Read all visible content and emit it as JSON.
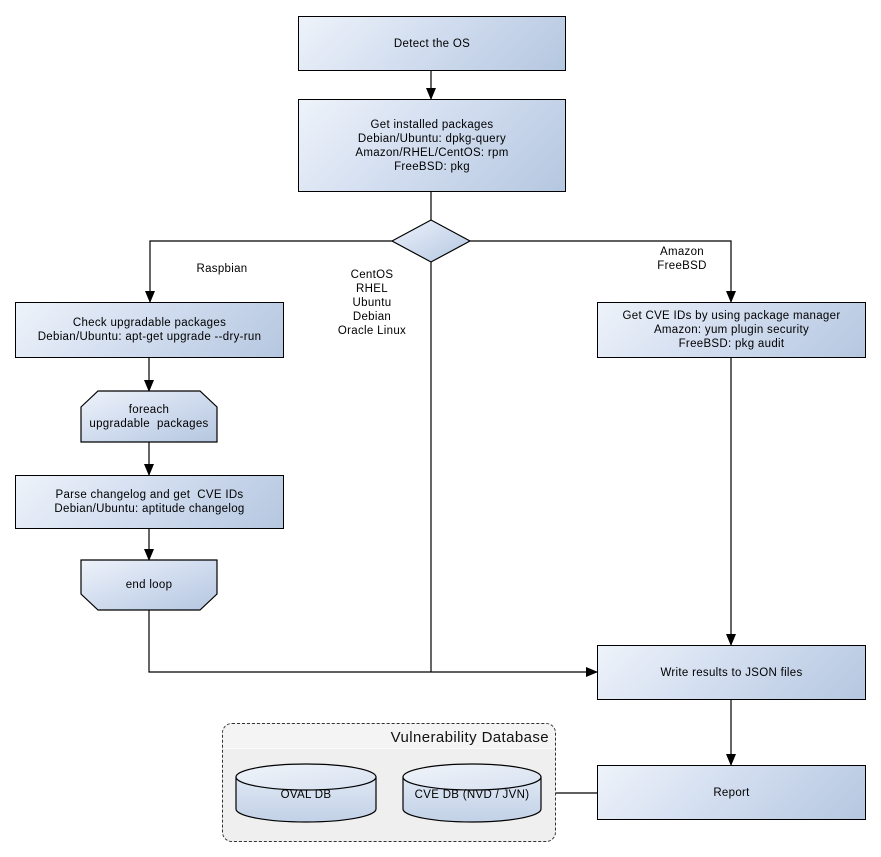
{
  "flowchart": {
    "nodes": {
      "detect_os": "Detect the OS",
      "get_installed_packages": "Get installed packages\nDebian/Ubuntu: dpkg-query\nAmazon/RHEL/CentOS: rpm\nFreeBSD: pkg",
      "check_upgradable": "Check upgradable packages\nDebian/Ubuntu: apt-get upgrade --dry-run",
      "foreach_loop": "foreach\nupgradable  packages",
      "parse_changelog": "Parse changelog and get  CVE IDs\nDebian/Ubuntu: aptitude changelog",
      "end_loop": "end loop",
      "get_cve_ids": "Get CVE IDs by using package manager\nAmazon: yum plugin security\nFreeBSD: pkg audit",
      "write_results": "Write results to JSON files",
      "report": "Report"
    },
    "branch_labels": {
      "left": "Raspbian",
      "middle": "CentOS\nRHEL\nUbuntu\nDebian\nOracle Linux",
      "right": "Amazon\nFreeBSD"
    },
    "database_panel": {
      "title": "Vulnerability Database",
      "cylinders": [
        "OVAL DB",
        "CVE DB (NVD / JVN)"
      ]
    }
  },
  "colors": {
    "canvas_bg": "#ffffff",
    "node_fill_light": "#eef3fa",
    "node_fill_dark": "#b5c7e0",
    "node_border": "#000000",
    "connector": "#000000",
    "cylinder_top_fill": "#e9eff8",
    "cylinder_body_light": "#dfe8f4",
    "cylinder_body_dark": "#c2d1e7",
    "db_panel_fill": "#efefef",
    "db_panel_header_fill": "#f4f4f4",
    "db_panel_border": "#333333",
    "text": "#000000"
  }
}
